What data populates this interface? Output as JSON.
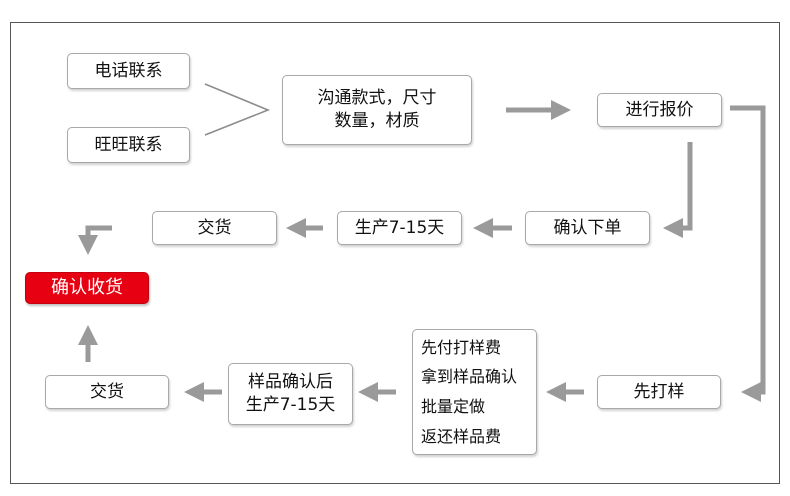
{
  "colors": {
    "arrow": "#9a9a9a",
    "box_border": "#a8a8a8",
    "accent_red": "#e60012"
  },
  "steps": {
    "phone_contact": "电话联系",
    "wangwang_contact": "旺旺联系",
    "communicate": [
      "沟通款式，尺寸",
      "数量，材质"
    ],
    "quote": "进行报价",
    "confirm_order": "确认下单",
    "production_top": "生产7-15天",
    "delivery_top": "交货",
    "confirm_receipt": "确认收货",
    "sample_first": "先打样",
    "sample_process": [
      "先付打样费",
      "拿到样品确认",
      "批量定做",
      "返还样品费"
    ],
    "after_sample": [
      "样品确认后",
      "生产7-15天"
    ],
    "delivery_bottom": "交货"
  }
}
